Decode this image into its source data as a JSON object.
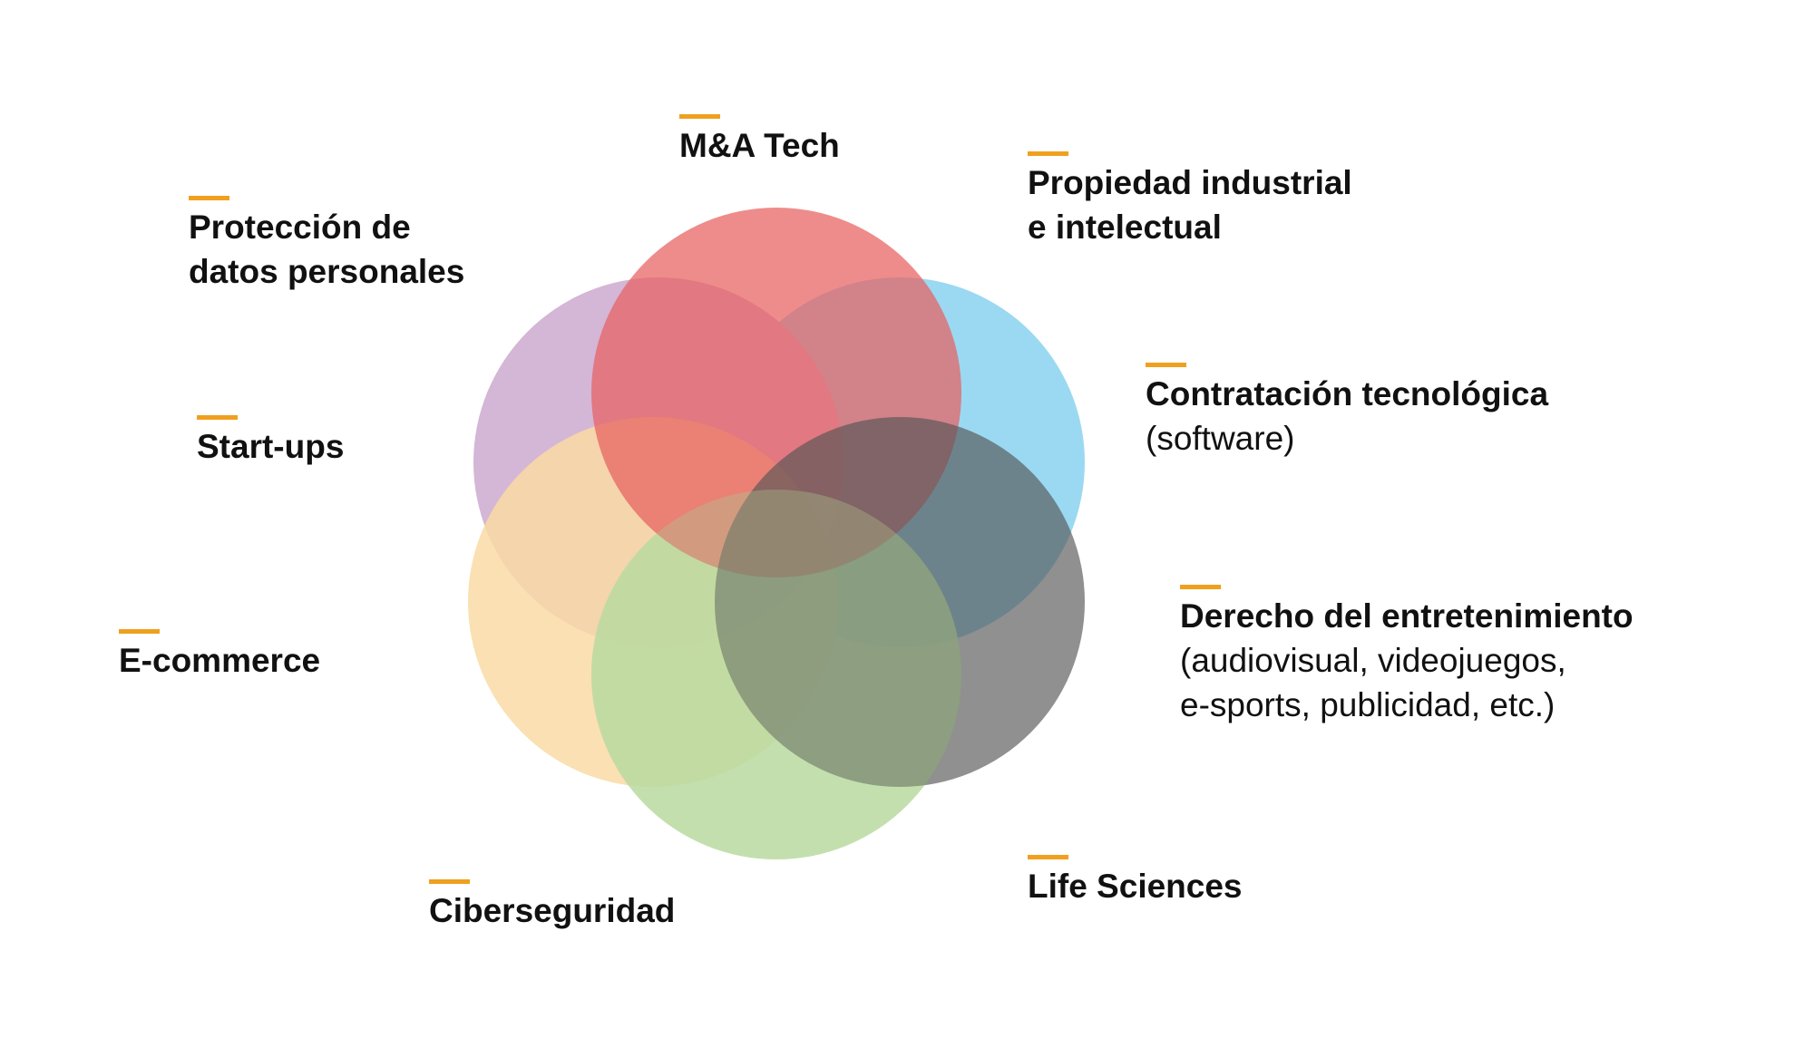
{
  "colors": {
    "accent": "#f0a01e",
    "red": "#e8605f",
    "blue": "#9bd9f2",
    "dark": "#5e5e5e",
    "green": "#c7e4b4",
    "yellow": "#f9dba5",
    "purple": "#d4b6d6"
  },
  "labels": {
    "ma": {
      "line1": "M&A Tech"
    },
    "propiedad": {
      "line1": "Propiedad industrial",
      "line2": "e intelectual"
    },
    "proteccion": {
      "line1": "Protección de",
      "line2": "datos personales"
    },
    "contratacion": {
      "line1": "Contratación tecnológica",
      "line2": "(software)"
    },
    "startups": {
      "line1": "Start-ups"
    },
    "derecho": {
      "line1": "Derecho del entretenimiento",
      "line2": "(audiovisual, videojuegos,",
      "line3": "e-sports, publicidad, etc.)"
    },
    "ecommerce": {
      "line1": "E-commerce"
    },
    "ciber": {
      "line1": "Ciberseguridad"
    },
    "life": {
      "line1": "Life Sciences"
    }
  }
}
